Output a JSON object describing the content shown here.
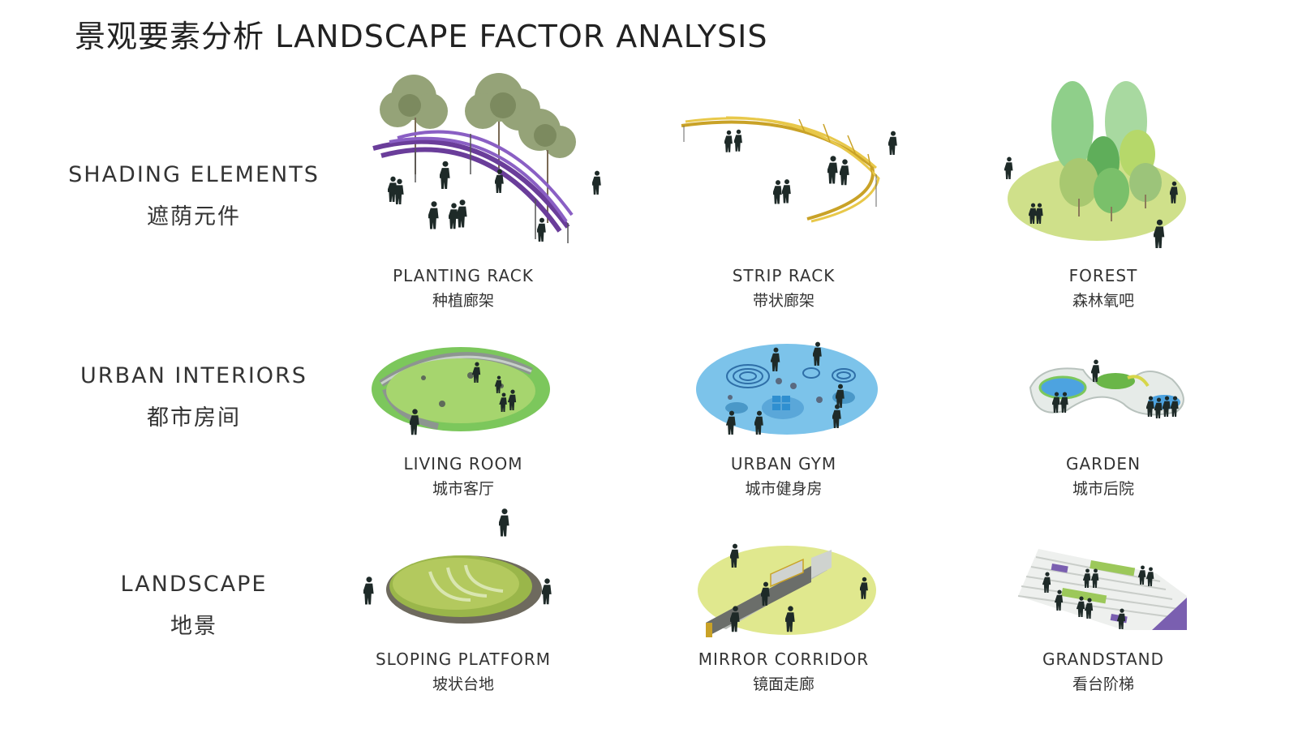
{
  "title": "景观要素分析 LANDSCAPE FACTOR ANALYSIS",
  "rows": [
    {
      "en": "SHADING ELEMENTS",
      "zh": "遮荫元件",
      "items": [
        {
          "en": "PLANTING RACK",
          "zh": "种植廊架"
        },
        {
          "en": "STRIP RACK",
          "zh": "带状廊架"
        },
        {
          "en": "FOREST",
          "zh": "森林氧吧"
        }
      ]
    },
    {
      "en": "URBAN INTERIORS",
      "zh": "都市房间",
      "items": [
        {
          "en": "LIVING ROOM",
          "zh": "城市客厅"
        },
        {
          "en": "URBAN GYM",
          "zh": "城市健身房"
        },
        {
          "en": "GARDEN",
          "zh": "城市后院"
        }
      ]
    },
    {
      "en": "LANDSCAPE",
      "zh": "地景",
      "items": [
        {
          "en": "SLOPING PLATFORM",
          "zh": "坡状台地"
        },
        {
          "en": "MIRROR CORRIDOR",
          "zh": "镜面走廊"
        },
        {
          "en": "GRANDSTAND",
          "zh": "看台阶梯"
        }
      ]
    }
  ],
  "colors": {
    "purple": "#6a3d9a",
    "gold": "#c9a227",
    "lawn": "#8cc063",
    "water": "#2f8fd0",
    "lime": "#dfe88e",
    "sage": "#8a9a3c"
  }
}
